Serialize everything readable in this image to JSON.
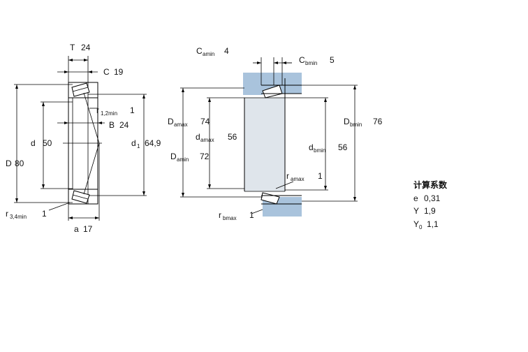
{
  "left_view": {
    "T": {
      "sym": "T",
      "val": "24"
    },
    "C": {
      "sym": "C",
      "val": "19"
    },
    "r12": {
      "sym": "r",
      "sub": "1,2min",
      "val": "1"
    },
    "B": {
      "sym": "B",
      "val": "24"
    },
    "d": {
      "sym": "d",
      "val": "50"
    },
    "d1": {
      "sym": "d",
      "sub": "1",
      "val": "64,9"
    },
    "D": {
      "sym": "D",
      "val": "80"
    },
    "r34": {
      "sym": "r",
      "sub": "3,4min",
      "val": "1"
    },
    "a": {
      "sym": "a",
      "val": "17"
    }
  },
  "right_view": {
    "Camin": {
      "sym": "C",
      "sub": "amin",
      "val": "4"
    },
    "Cbmin": {
      "sym": "C",
      "sub": "bmin",
      "val": "5"
    },
    "Damax": {
      "sym": "D",
      "sub": "amax",
      "val": "74"
    },
    "damax": {
      "sym": "d",
      "sub": "amax",
      "val": "56"
    },
    "Damin": {
      "sym": "D",
      "sub": "amin",
      "val": "72"
    },
    "Dbmin": {
      "sym": "D",
      "sub": "bmin",
      "val": "76"
    },
    "dbmin": {
      "sym": "d",
      "sub": "bmin",
      "val": "56"
    },
    "ramax": {
      "sym": "r",
      "sub": "amax",
      "val": "1"
    },
    "rbmax": {
      "sym": "r",
      "sub": "bmax",
      "val": "1"
    }
  },
  "calc": {
    "title": "计算系数",
    "e": {
      "sym": "e",
      "val": "0,31"
    },
    "Y": {
      "sym": "Y",
      "val": "1,9"
    },
    "Y0": {
      "sym": "Y",
      "sub": "0",
      "val": "1,1"
    }
  },
  "colors": {
    "abutment": "#a9c3dc",
    "line": "#000000"
  }
}
